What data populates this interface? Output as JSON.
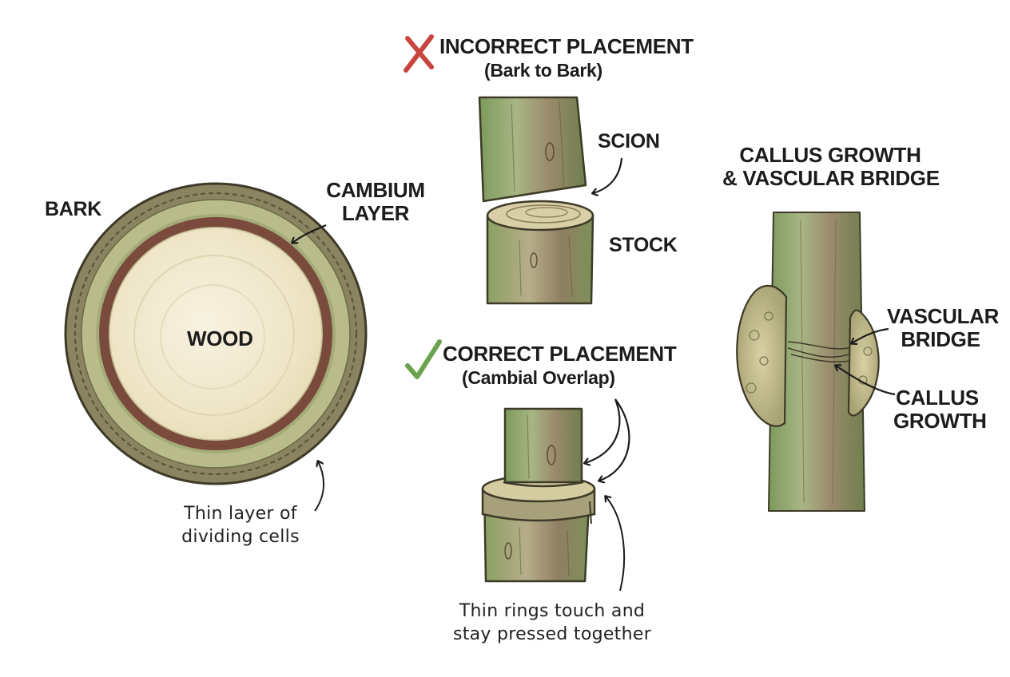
{
  "cross_section": {
    "bark_label": "BARK",
    "cambium_label": [
      "CAMBIUM",
      "LAYER"
    ],
    "wood_label": "WOOD",
    "note": [
      "Thin layer of",
      "dividing cells"
    ]
  },
  "incorrect": {
    "title": "INCORRECT PLACEMENT",
    "subtitle": "(Bark to Bark)",
    "scion_label": "SCION",
    "stock_label": "STOCK"
  },
  "correct": {
    "title": "CORRECT PLACEMENT",
    "subtitle": "(Cambial Overlap)",
    "note": [
      "Thin rings touch and",
      "stay pressed together"
    ]
  },
  "callus": {
    "title": [
      "CALLUS GROWTH",
      "& VASCULAR BRIDGE"
    ],
    "vascular_label": [
      "VASCULAR",
      "BRIDGE"
    ],
    "callus_label": [
      "CALLUS",
      "GROWTH"
    ]
  },
  "colors": {
    "bark": "#8a8461",
    "bark_dark": "#5a5238",
    "sapwood": "#b9bc8a",
    "cambium": "#7a4a3c",
    "wood": "#f2ead2",
    "stem_green": "#8da36a",
    "stem_brown": "#9a8a6c",
    "cross_red": "#c8463f",
    "check_green": "#6aa34c",
    "callus": "#c9c39a"
  }
}
